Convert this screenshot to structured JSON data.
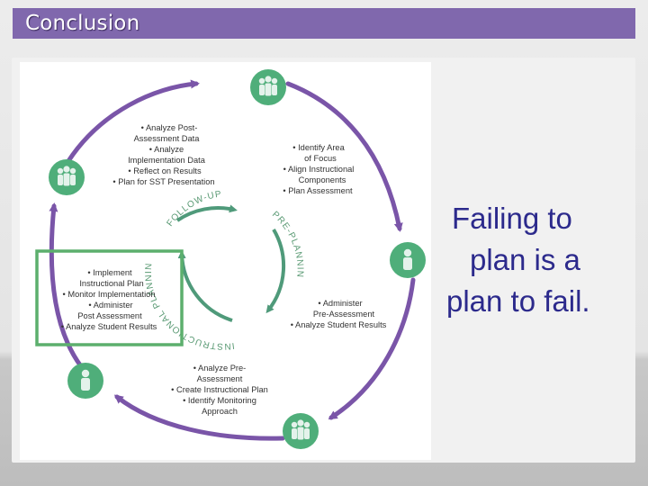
{
  "slide": {
    "title": "Conclusion",
    "quote_lines": [
      "Failing to",
      "plan is a",
      "plan to fail."
    ],
    "colors": {
      "title_bar": "#8068ad",
      "outer_cycle": "#7a55a8",
      "inner_cycle": "#4f9a7a",
      "person_icon": "#4fae7a",
      "highlight_box": "#5caf6d",
      "quote_text": "#2c2a8c"
    }
  },
  "diagram": {
    "phases": {
      "follow_up": "FOLLOW-UP",
      "pre_planning": "PRE-PLANNING",
      "instructional_planning": "INSTRUCTIONAL PLANNING"
    },
    "step_groups": {
      "follow_up": [
        "• Analyze Post-",
        "Assessment Data",
        "• Analyze",
        "Implementation Data",
        "• Reflect on Results",
        "• Plan for SST Presentation"
      ],
      "area_of_focus": [
        "• Identify Area",
        "of Focus",
        "• Align Instructional",
        "Components",
        "• Plan Assessment"
      ],
      "pre_assessment": [
        "• Administer",
        "Pre-Assessment",
        "• Analyze Student Results"
      ],
      "instructional_plan": [
        "• Analyze Pre-",
        "Assessment",
        "• Create Instructional Plan",
        "• Identify Monitoring",
        "Approach"
      ],
      "implementation": [
        "• Implement",
        "Instructional Plan",
        "• Monitor Implementation",
        "• Administer",
        "Post Assessment",
        "• Analyze Student Results"
      ]
    },
    "icons": [
      "group-icon",
      "person-icon",
      "person-icon",
      "group-icon",
      "person-icon",
      "group-icon"
    ]
  }
}
